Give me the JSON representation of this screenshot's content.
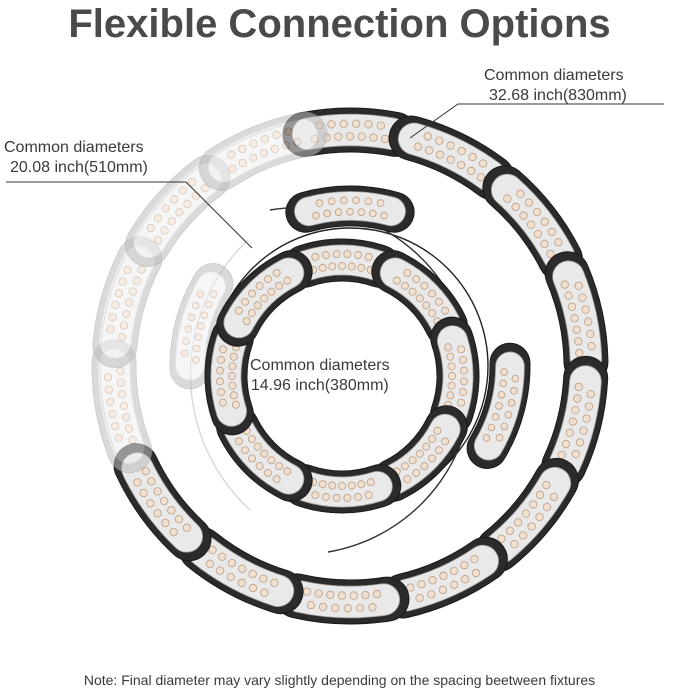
{
  "title": "Flexible Connection Options",
  "rings": [
    {
      "id": "outer",
      "label_line1": "Common diameters",
      "label_line2": "32.68 inch(830mm)"
    },
    {
      "id": "middle",
      "label_line1": "Common diameters",
      "label_line2": "20.08 inch(510mm)"
    },
    {
      "id": "inner",
      "label_line1": "Common diameters",
      "label_line2": "14.96 inch(380mm)"
    }
  ],
  "note": "Note: Final diameter may vary slightly depending on the spacing beetween fixtures",
  "colors": {
    "panel_dark": "#2b2b2b",
    "panel_light": "#d9d9d9",
    "led": "#f1dfcf",
    "text": "#3a3a3a"
  }
}
